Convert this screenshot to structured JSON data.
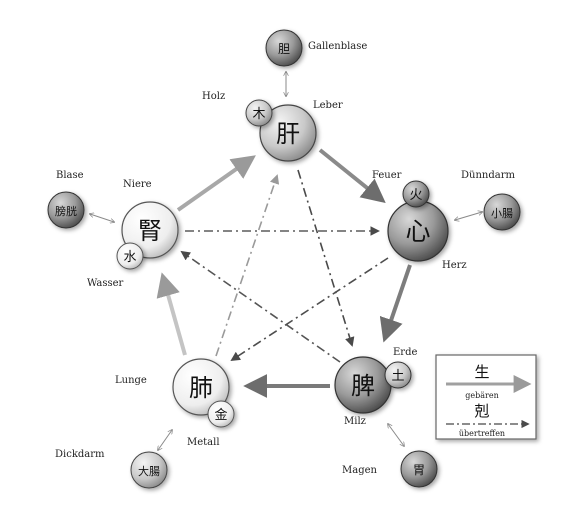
{
  "nodes": {
    "liver": {
      "char": "肝",
      "label": "Leber",
      "element_char": "木",
      "element_label": "Holz"
    },
    "heart": {
      "char": "心",
      "label": "Herz",
      "element_char": "火",
      "element_label": "Feuer"
    },
    "spleen": {
      "char": "脾",
      "label": "Milz",
      "element_char": "土",
      "element_label": "Erde"
    },
    "lung": {
      "char": "肺",
      "label": "Lunge",
      "element_char": "金",
      "element_label": "Metall"
    },
    "kidney": {
      "char": "腎",
      "label": "Niere",
      "element_char": "水",
      "element_label": "Wasser"
    }
  },
  "satellites": {
    "gallbladder": {
      "char": "胆",
      "label": "Gallenblase"
    },
    "small_intestine": {
      "char": "小腸",
      "label": "Dünndarm"
    },
    "stomach": {
      "char": "胃",
      "label": "Magen"
    },
    "large_intestine": {
      "char": "大腸",
      "label": "Dickdarm"
    },
    "bladder": {
      "char": "膀胱",
      "label": "Blase"
    }
  },
  "legend": {
    "generate_char": "生",
    "generate_label": "gebären",
    "control_char": "剋",
    "control_label": "übertreffen"
  },
  "colors": {
    "generate_arrow": "#a6a6a6",
    "generate_arrow_dark": "#7a7a7a",
    "control_arrow": "#555555",
    "circle_light": "#f2f2f2",
    "circle_dark": "#555555"
  }
}
